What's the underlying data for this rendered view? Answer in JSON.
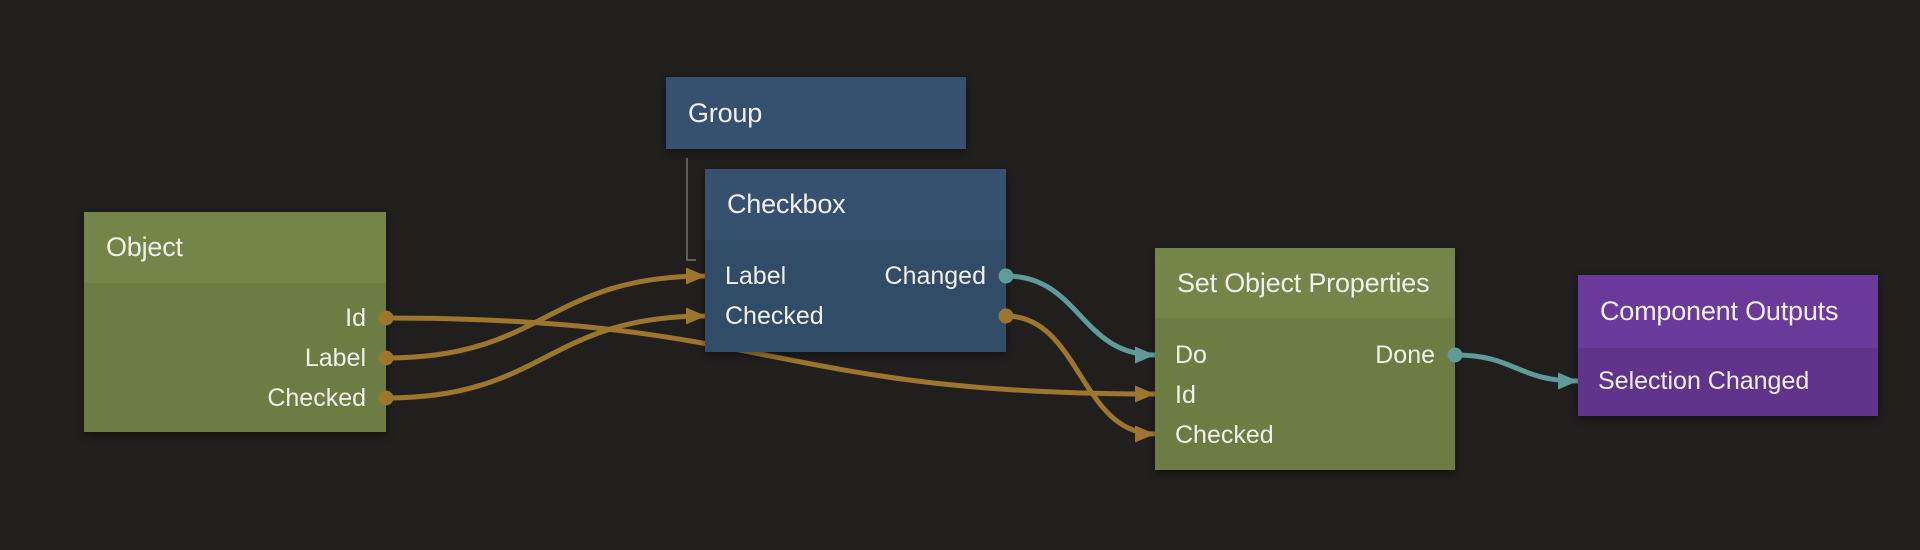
{
  "editor": {
    "background_color": "#201f1e",
    "text_color": "#f1efec"
  },
  "colors": {
    "node_green_header": "#758449",
    "node_green_body": "#6d7c42",
    "node_blue_header": "#365170",
    "node_blue_body": "#314c67",
    "node_purple_header": "#6a3a9a",
    "node_purple_body": "#5f348a",
    "connection_data": "#9d762d",
    "connection_signal": "#5f9b98",
    "hierarchy_line": "#5e5e5e"
  },
  "nodes": {
    "object": {
      "title": "Object",
      "outputs": [
        "Id",
        "Label",
        "Checked"
      ]
    },
    "group": {
      "title": "Group"
    },
    "checkbox": {
      "title": "Checkbox",
      "inputs": [
        "Label",
        "Checked"
      ],
      "outputs": [
        "Changed"
      ]
    },
    "set_object_properties": {
      "title": "Set Object Properties",
      "inputs": [
        "Do",
        "Id",
        "Checked"
      ],
      "outputs": [
        "Done"
      ]
    },
    "component_outputs": {
      "title": "Component Outputs",
      "inputs": [
        "Selection Changed"
      ]
    }
  },
  "connections": [
    {
      "from": "Object.Id",
      "to": "Set Object Properties.Id",
      "type": "data"
    },
    {
      "from": "Object.Label",
      "to": "Checkbox.Label",
      "type": "data"
    },
    {
      "from": "Object.Checked",
      "to": "Checkbox.Checked",
      "type": "data"
    },
    {
      "from": "Checkbox.Changed",
      "to": "Set Object Properties.Do",
      "type": "signal"
    },
    {
      "from": "Checkbox.Checked",
      "to": "Set Object Properties.Checked",
      "type": "data"
    },
    {
      "from": "Set Object Properties.Done",
      "to": "Component Outputs.Selection Changed",
      "type": "signal"
    },
    {
      "from": "Group",
      "to": "Checkbox",
      "type": "visual-child"
    }
  ]
}
